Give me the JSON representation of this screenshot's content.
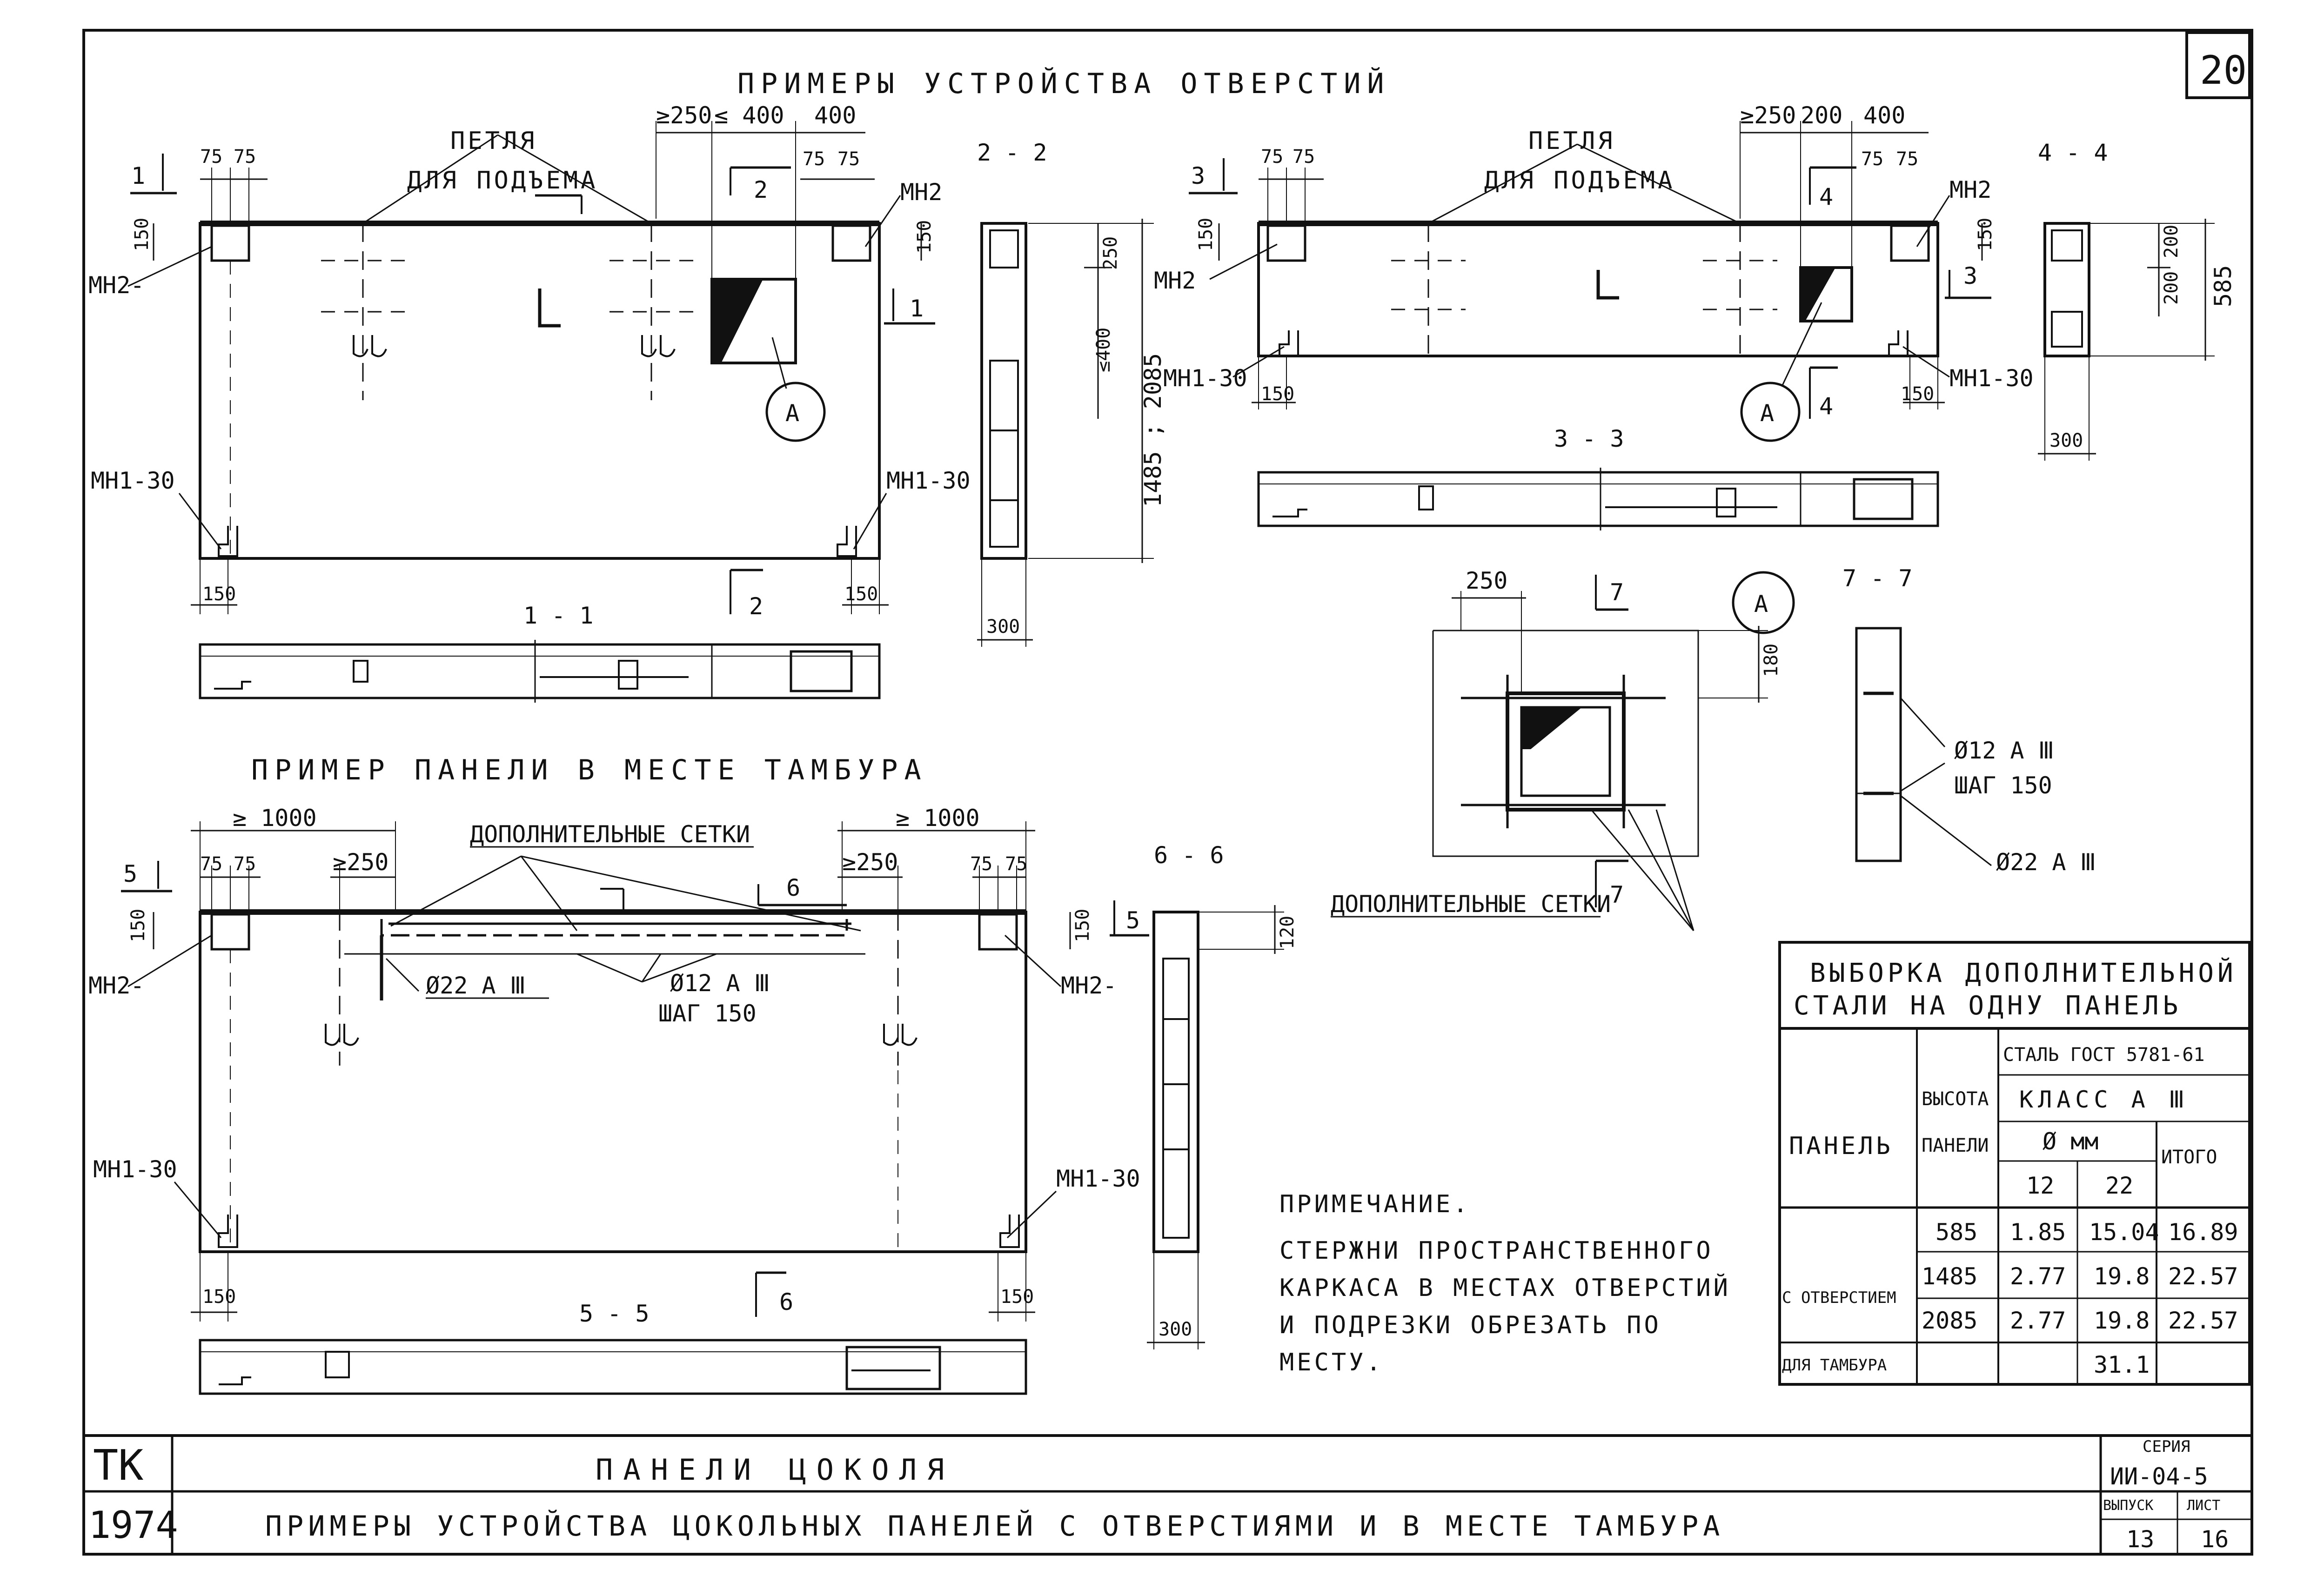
{
  "sheet_number": "20",
  "heading": "ПРИМЕРЫ   УСТРОЙСТВА   ОТВЕРСТИЙ",
  "tambour_heading": "ПРИМЕР  ПАНЕЛИ  В  МЕСТЕ  ТАМБУРА",
  "lifting_loop": [
    "ПЕТЛЯ",
    "ДЛЯ ПОДЪЕМА"
  ],
  "extra_meshes": "ДОПОЛНИТЕЛЬНЫЕ  СЕТКИ",
  "callout_letter": "А",
  "marks": {
    "mn2": "МН2",
    "mn2_dash": "МН2-",
    "mn130": "МН1-30"
  },
  "sections": {
    "s11": "1 - 1",
    "s22": "2 - 2",
    "s33": "3 - 3",
    "s44": "4 - 4",
    "s55": "5 - 5",
    "s66": "6 - 6",
    "s77": "7 - 7",
    "n1": "1",
    "n2": "2",
    "n3": "3",
    "n4": "4",
    "n5": "5",
    "n6": "6",
    "n7": "7"
  },
  "dims": {
    "d75": "75",
    "d150": "150",
    "d250": "250",
    "d300": "300",
    "d400": "400",
    "d200": "200",
    "d180": "180",
    "d120": "120",
    "d585": "585",
    "ge250": "≥250",
    "le400": "≤ 400",
    "le400v": "≤400",
    "ge1000": "≥ 1000",
    "h1485": "1485 ; 2085"
  },
  "rebar": {
    "d12": "Ø12 А Ⅲ",
    "step": "ШАГ 150",
    "d22": "Ø22 А Ⅲ"
  },
  "note": {
    "title": "ПРИМЕЧАНИЕ.",
    "lines": [
      "СТЕРЖНИ  ПРОСТРАНСТВЕННОГО",
      "КАРКАСА В МЕСТАХ ОТВЕРСТИЙ",
      "И  ПОДРЕЗКИ  ОБРЕЗАТЬ  ПО",
      "МЕСТУ."
    ]
  },
  "steel_table": {
    "title": [
      "ВЫБОРКА ДОПОЛНИТЕЛЬНОЙ",
      "СТАЛИ НА ОДНУ ПАНЕЛЬ"
    ],
    "col_panel": "ПАНЕЛЬ",
    "col_height": [
      "ВЫСОТА",
      "ПАНЕЛИ"
    ],
    "steel_grade": "СТАЛЬ ГОСТ 5781-61",
    "steel_class": "КЛАСС  А Ⅲ",
    "diameter": "Ø  мм",
    "total": "ИТОГО",
    "d12": "12",
    "d22": "22",
    "group_holes": "С ОТВЕРСТИЕМ",
    "group_tambour": "ДЛЯ ТАМБУРА",
    "rows": [
      {
        "h": "585",
        "v12": "1.85",
        "v22": "15.04",
        "total": "16.89"
      },
      {
        "h": "1485",
        "v12": "2.77",
        "v22": "19.8",
        "total": "22.57"
      },
      {
        "h": "2085",
        "v12": "2.77",
        "v22": "19.8",
        "total": "22.57"
      },
      {
        "h": "",
        "v12": "",
        "v22": "31.1",
        "total": ""
      }
    ]
  },
  "title_block": {
    "org": "ТК",
    "year": "1974",
    "title": "ПАНЕЛИ   ЦОКОЛЯ",
    "subtitle": "ПРИМЕРЫ  УСТРОЙСТВА  ЦОКОЛЬНЫХ  ПАНЕЛЕЙ  С  ОТВЕРСТИЯМИ   И   В   МЕСТЕ   ТАМБУРА",
    "series_label": "СЕРИЯ",
    "series": "ИИ-04-5",
    "issue_label": "ВЫПУСК",
    "issue": "13",
    "sheet_label": "ЛИСТ",
    "sheet": "16"
  }
}
